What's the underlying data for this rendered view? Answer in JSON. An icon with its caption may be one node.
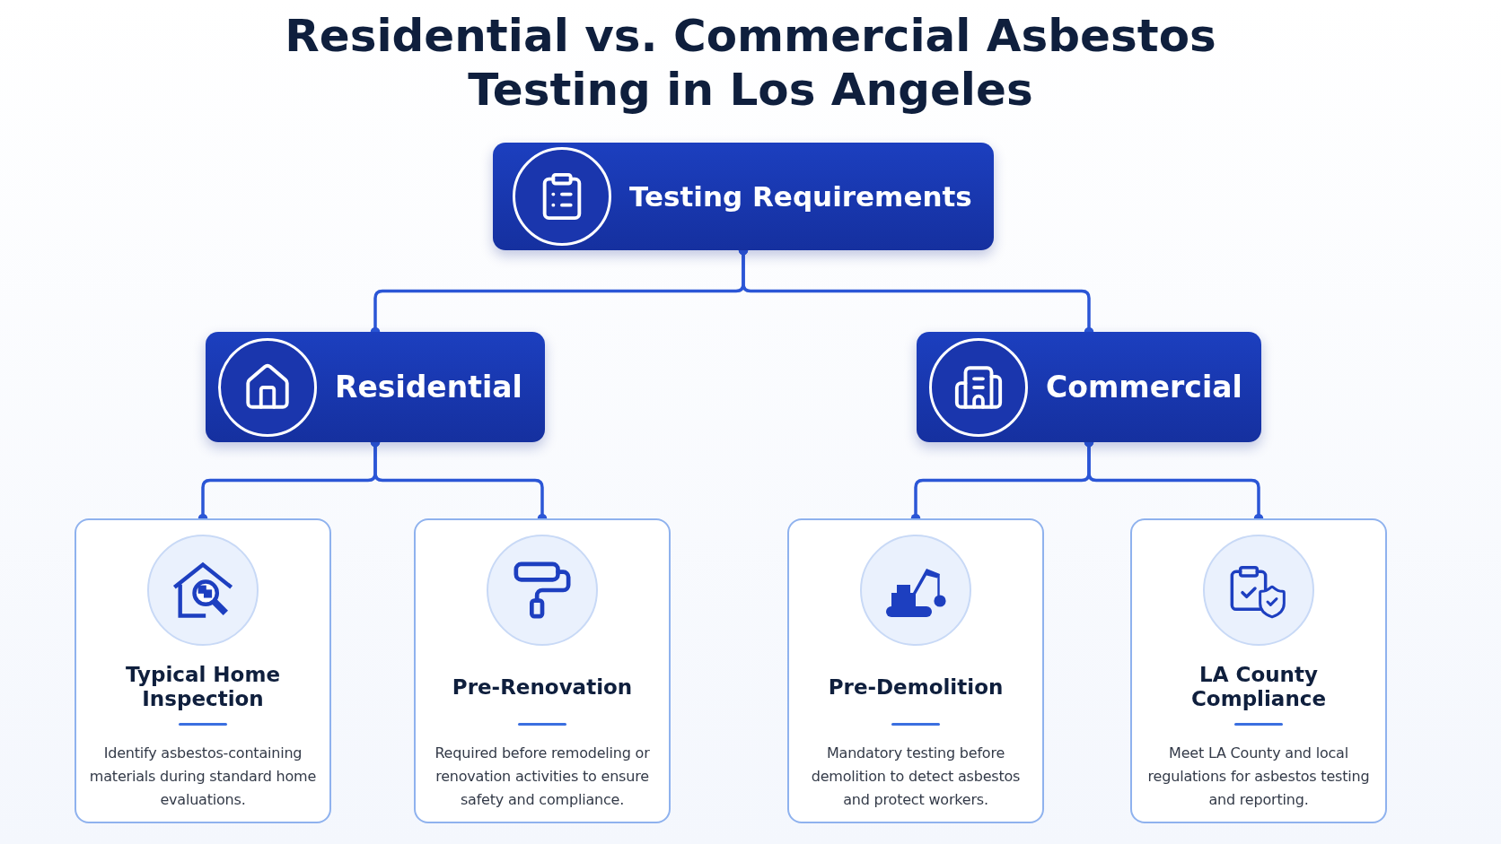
{
  "diagram": {
    "title": "Residential vs. Commercial Asbestos Testing in Los Angeles",
    "nodes": [
      {
        "text": [
          "Testing Requirements"
        ]
      },
      {
        "text": [
          "Residential"
        ]
      },
      {
        "text": [
          "Commercial"
        ]
      },
      {
        "text": [
          "Typical Home Inspection",
          "Identify asbestos-containing materials during standard home evaluations."
        ]
      },
      {
        "text": [
          "Pre-Renovation",
          "Required before remodeling or renovation activities to ensure safety and compliance."
        ]
      },
      {
        "text": [
          "Pre-Demolition",
          "Mandatory testing before demolition to detect asbestos and protect workers."
        ]
      },
      {
        "text": [
          "LA County Compliance",
          "Meet LA County and local regulations for asbestos testing and reporting."
        ]
      }
    ],
    "edges": [
      {
        "from": 0,
        "to": 1,
        "arrow": "other"
      },
      {
        "from": 0,
        "to": 2,
        "arrow": "other"
      },
      {
        "from": 1,
        "to": 3,
        "arrow": "other"
      },
      {
        "from": 1,
        "to": 4,
        "arrow": "other"
      },
      {
        "from": 2,
        "to": 5,
        "arrow": "other"
      },
      {
        "from": 2,
        "to": 6,
        "arrow": "other"
      }
    ]
  }
}
